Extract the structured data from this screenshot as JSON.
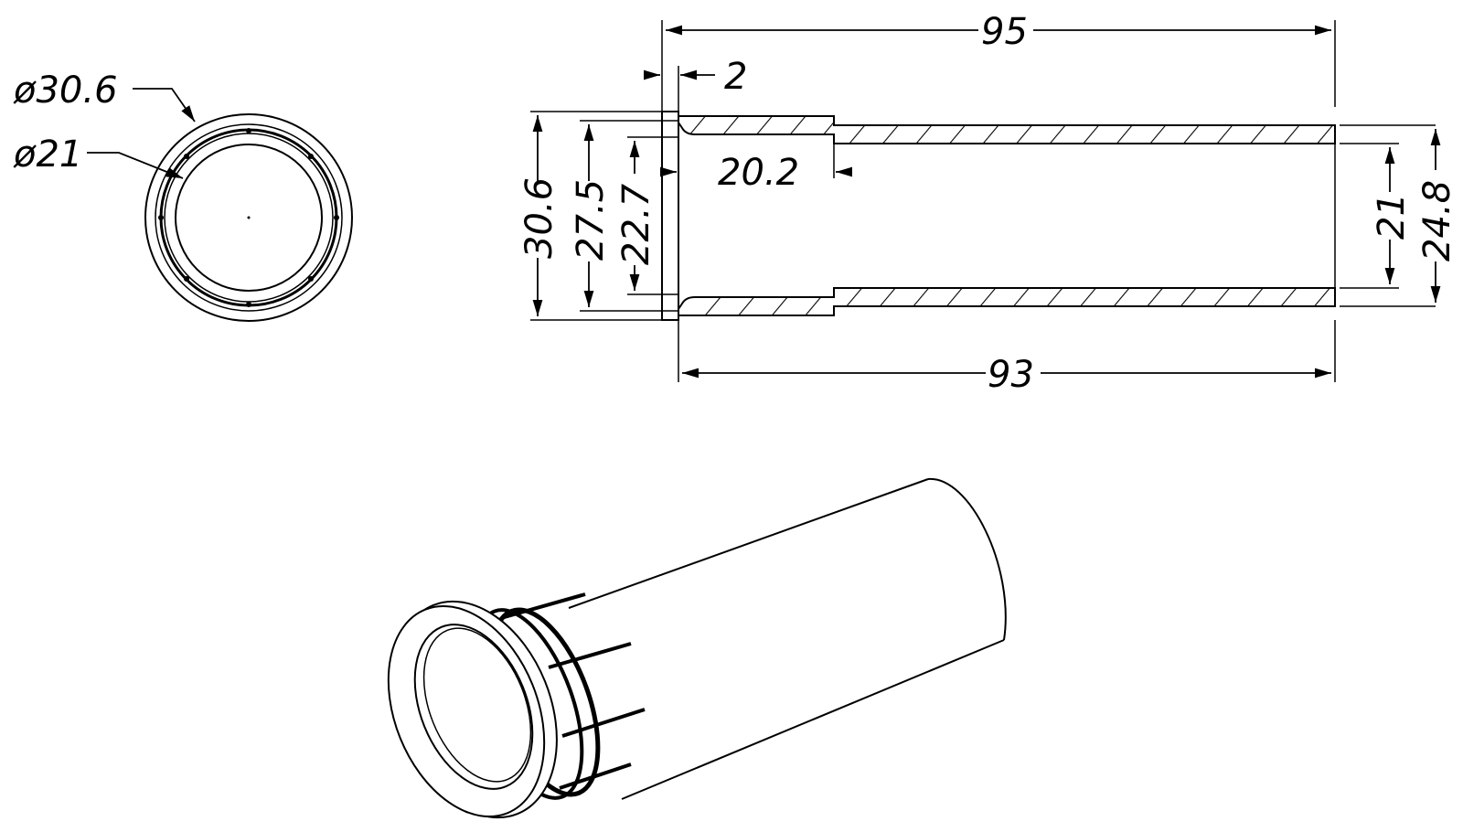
{
  "front_view": {
    "outer_diameter_label": "ø30.6",
    "inner_diameter_label": "ø21"
  },
  "section_view": {
    "overall_length": "95",
    "tube_length": "93",
    "flange_thickness": "2",
    "flange_diameter": "30.6",
    "collar_diameter": "27.5",
    "bore_entry_diameter": "22.7",
    "collar_length": "20.2",
    "inner_diameter": "21",
    "outer_diameter": "24.8"
  },
  "colors": {
    "line": "#000000",
    "background": "#ffffff"
  }
}
